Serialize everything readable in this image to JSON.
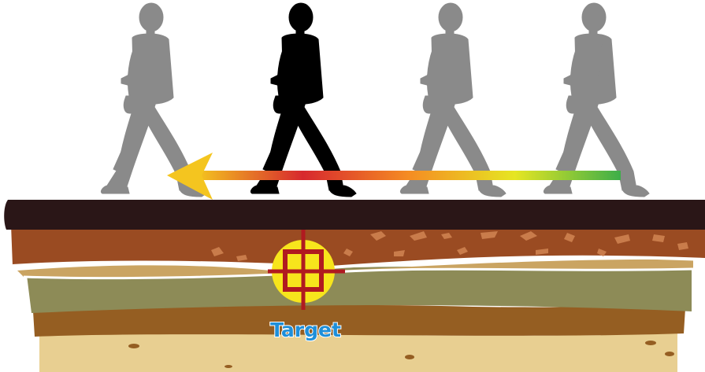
{
  "target": {
    "label": "Target"
  },
  "colors": {
    "ground_top": "#2a1617",
    "topsoil": "#9a4b22",
    "topsoil_speckle": "#c97c4b",
    "sand_light": "#caa462",
    "olive": "#8d8b57",
    "brown_band": "#955e22",
    "sand_bottom": "#e8cf91",
    "target_circle": "#f7e51c",
    "crosshair": "#b01a20",
    "target_text": "#1e8fd9",
    "person_active": "#000000",
    "person_inactive": "#8a8a8a",
    "arrow_gradient": [
      "#f4c51f",
      "#d7282e",
      "#f58c23",
      "#e6e623",
      "#3dae49"
    ]
  },
  "icons": {
    "detector": "metal-detector-icon",
    "signal": "sound-wave-icon",
    "person": "walking-person-icon"
  },
  "walkers": [
    {
      "name": "walker-1",
      "state": "inactive"
    },
    {
      "name": "walker-2",
      "state": "active"
    },
    {
      "name": "walker-3",
      "state": "inactive"
    },
    {
      "name": "walker-4",
      "state": "inactive"
    }
  ]
}
